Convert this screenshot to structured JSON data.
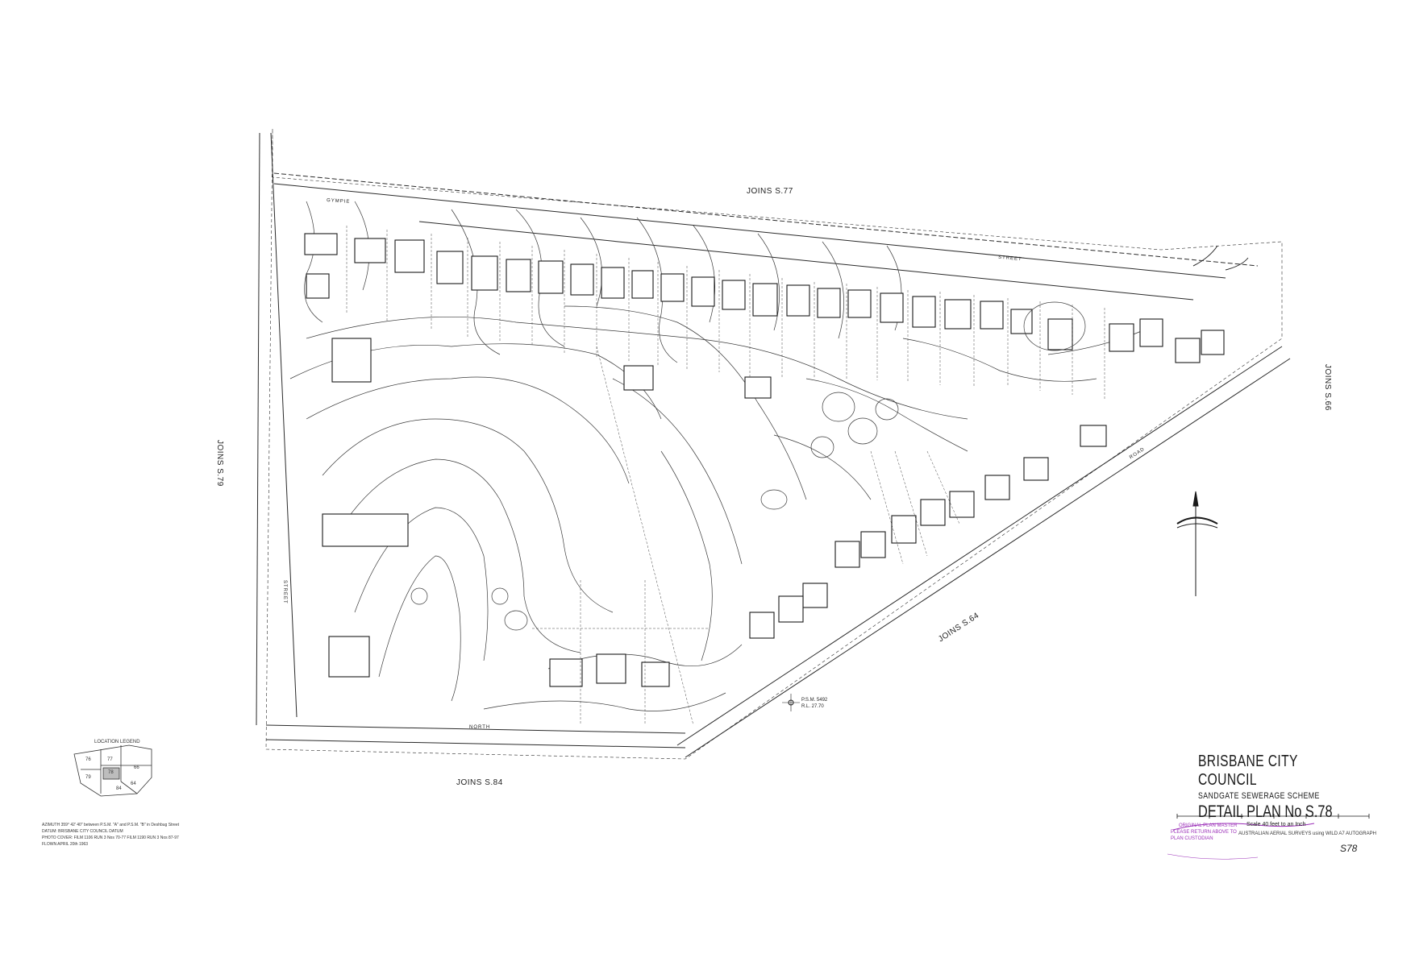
{
  "title_block": {
    "council": "BRISBANE CITY COUNCIL",
    "scheme": "SANDGATE SEWERAGE SCHEME",
    "plan": "DETAIL PLAN No S.78",
    "scale": "Scale 40 feet to an Inch"
  },
  "joins": {
    "north": "JOINS S.77",
    "west": "JOINS S.79",
    "east": "JOINS S.66",
    "south": "JOINS S.84",
    "southeast": "JOINS S.64"
  },
  "streets": {
    "top": "STREET",
    "top_left": "GYMPIE",
    "west": "STREET",
    "road": "ROAD",
    "north_road": "NORTH"
  },
  "benchmark": {
    "label": "P.S.M. 5492",
    "level": "R.L. 27.70"
  },
  "location_legend": {
    "title": "LOCATION LEGEND",
    "cells": [
      "76",
      "77",
      "66",
      "79",
      "78",
      "84",
      "64"
    ]
  },
  "notes": [
    "AZIMUTH 359° 42' 40\" between P.S.M. \"A\" and P.S.M. \"B\" in Deshbug Street",
    "DATUM: BRISBANE CITY COUNCIL DATUM",
    "PHOTO COVER: FILM 1106 RUN 3 Nos 70-77 FILM 1190 RUN 3 Nos 87-97",
    "FLOWN APRIL 20th 1963"
  ],
  "stamp": {
    "line1": "ORIGINAL PLAN MASTER",
    "line2": "PLEASE RETURN ABOVE TO",
    "line3": "PLAN CUSTODIAN"
  },
  "credit": "AUSTRALIAN AERIAL SURVEYS using WILD A7 AUTOGRAPH",
  "sheet_no": "S78",
  "colors": {
    "line": "#2a2a2a",
    "stamp": "#9b2fb8"
  }
}
